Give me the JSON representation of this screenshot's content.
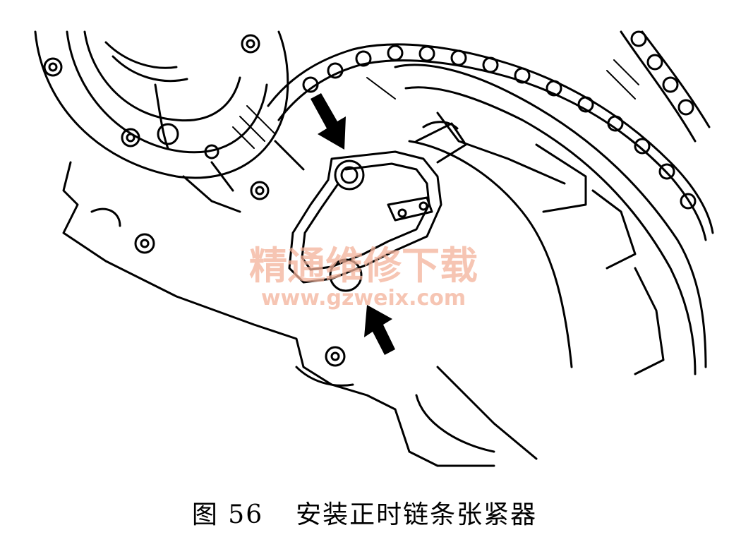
{
  "caption": {
    "figure_number": "图 56",
    "title": "安装正时链条张紧器"
  },
  "watermark": {
    "text_cn": "精通维修下载",
    "url": "www.gzweix.com",
    "color": "#f4b29a"
  },
  "colors": {
    "line": "#000000",
    "background": "#ffffff"
  },
  "annotations": {
    "arrows": [
      {
        "name": "upper-arrow",
        "direction": "down-right",
        "target": "tensioner-upper-bolt"
      },
      {
        "name": "lower-arrow",
        "direction": "up-left",
        "target": "tensioner-lower-bolt"
      }
    ]
  }
}
